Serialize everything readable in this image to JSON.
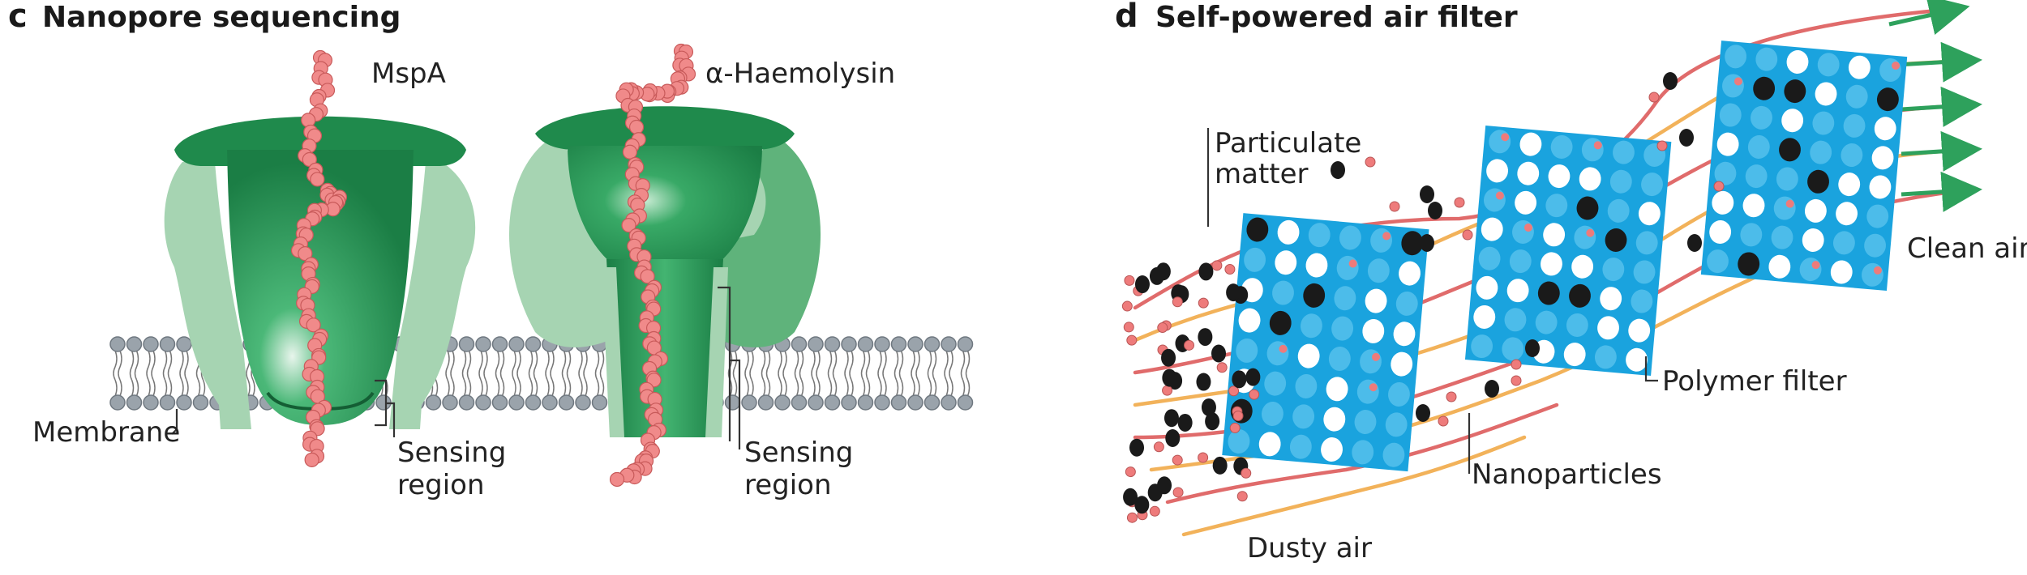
{
  "panel_c": {
    "letter": "c",
    "title": "Nanopore sequencing",
    "pore1_label": "MspA",
    "pore2_label": "α-Haemolysin",
    "membrane_label": "Membrane",
    "sensing1_line1": "Sensing",
    "sensing1_line2": "region",
    "sensing2_line1": "Sensing",
    "sensing2_line2": "region"
  },
  "panel_d": {
    "letter": "d",
    "title": "Self-powered air filter",
    "particulate_line1": "Particulate",
    "particulate_line2": "matter",
    "polymer_filter_label": "Polymer filter",
    "nanoparticles_label": "Nanoparticles",
    "dusty_air_label": "Dusty air",
    "clean_air_label": "Clean air"
  },
  "colors": {
    "protein_dark": "#1f8a4c",
    "protein_mid": "#2ea15c",
    "protein_light": "#a6d4b2",
    "dna": "#f08a8a",
    "dna_edge": "#c85a5a",
    "membrane_head": "#9aa3ab",
    "filter_blue": "#1aa3de",
    "filter_dot": "#4cbcea",
    "particle_black": "#1a1a1a",
    "particle_pink": "#ee7b7b",
    "flow_red": "#e06b6b",
    "flow_orange": "#f2b25a",
    "flow_yellowgreen": "#b5c95a",
    "flow_green": "#2ea15c"
  }
}
